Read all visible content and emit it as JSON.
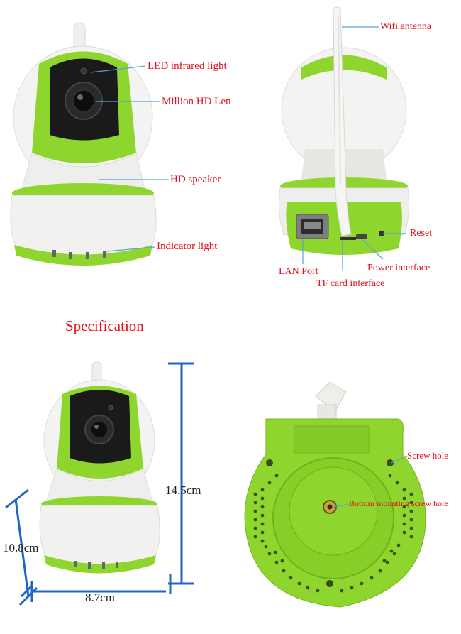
{
  "front_view": {
    "labels": {
      "led": "LED infrared light",
      "lens": "Million HD Len",
      "speaker": "HD speaker",
      "indicator": "Indicator light"
    }
  },
  "back_view": {
    "labels": {
      "antenna": "Wifi antenna",
      "reset": "Reset",
      "lan": "LAN Port",
      "power": "Power interface",
      "tf": "TF card interface"
    }
  },
  "specification": {
    "title": "Specification",
    "height": "14.5cm",
    "depth": "10.8cm",
    "width": "8.7cm"
  },
  "bottom_view": {
    "labels": {
      "screw_hole": "Screw hole",
      "mount_hole": "Bottom mounting screw hole"
    }
  },
  "colors": {
    "label_red": "#e2101a",
    "leader_blue": "#5aa0d8",
    "body_green": "#8ed62e",
    "shell_white": "#f2f2f0",
    "lens_black": "#1a1a1a",
    "dimension_blue": "#1f66c4"
  }
}
